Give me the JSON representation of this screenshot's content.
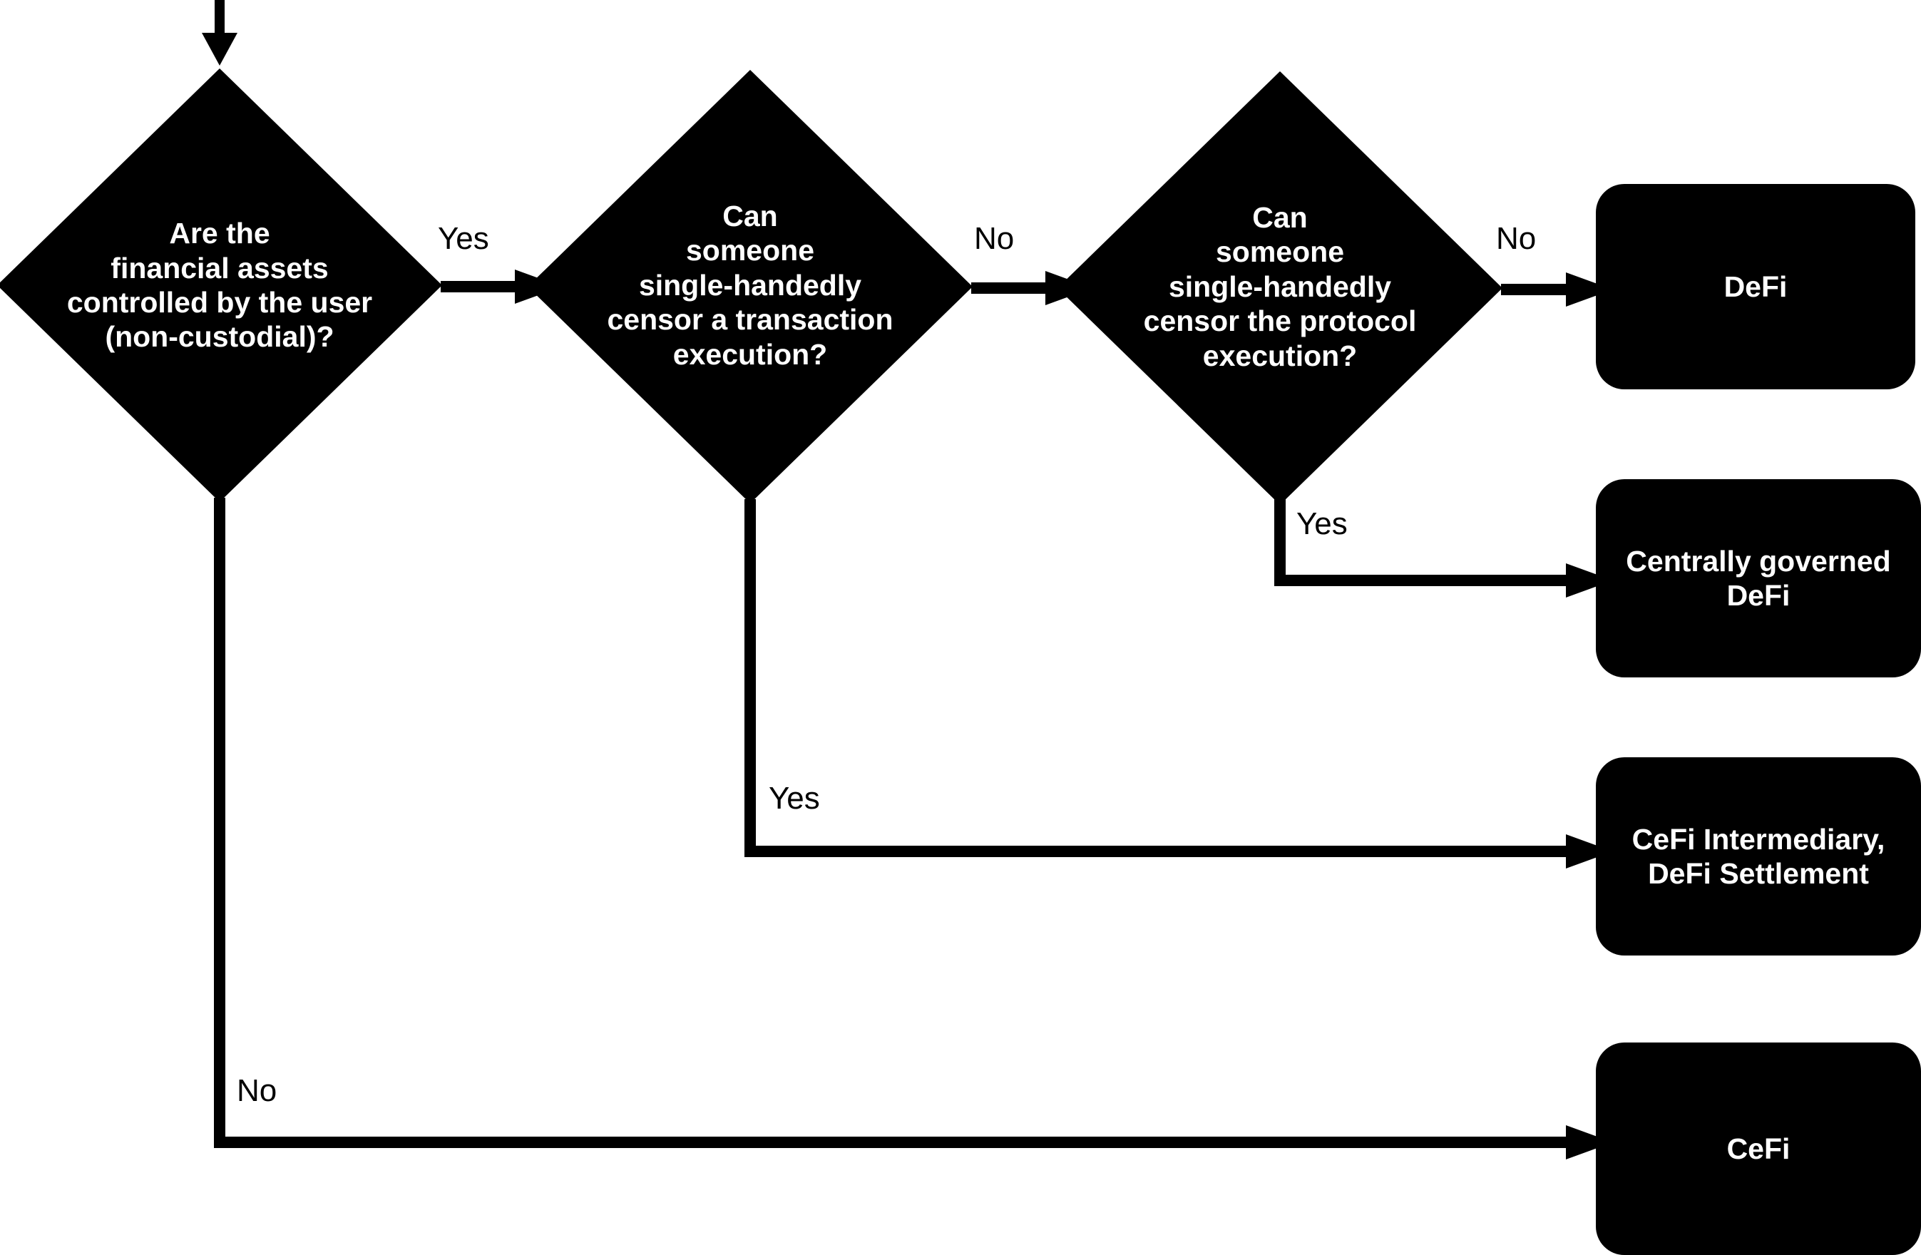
{
  "diagram": {
    "type": "flowchart",
    "title": "DeFi vs CeFi classification decision tree",
    "background_color": "#ffffff",
    "node_fill_color": "#000000",
    "node_text_color": "#ffffff",
    "edge_color": "#000000",
    "entry_arrow": {
      "name": "entry-arrow",
      "direction": "down"
    },
    "nodes": [
      {
        "id": "q1",
        "shape": "diamond",
        "text": "Are the\nfinancial assets\ncontrolled by the user\n(non-custodial)?"
      },
      {
        "id": "q2",
        "shape": "diamond",
        "text": "Can\nsomeone\nsingle-handedly\ncensor a transaction\nexecution?"
      },
      {
        "id": "q3",
        "shape": "diamond",
        "text": "Can\nsomeone\nsingle-handedly\ncensor the protocol\nexecution?"
      },
      {
        "id": "r1",
        "shape": "rounded-rect",
        "text": "DeFi"
      },
      {
        "id": "r2",
        "shape": "rounded-rect",
        "text": "Centrally governed\nDeFi"
      },
      {
        "id": "r3",
        "shape": "rounded-rect",
        "text": "CeFi Intermediary,\nDeFi Settlement"
      },
      {
        "id": "r4",
        "shape": "rounded-rect",
        "text": "CeFi"
      }
    ],
    "edges": [
      {
        "id": "e1",
        "from": "q1",
        "to": "q2",
        "label": "Yes"
      },
      {
        "id": "e2",
        "from": "q2",
        "to": "q3",
        "label": "No"
      },
      {
        "id": "e3",
        "from": "q3",
        "to": "r1",
        "label": "No"
      },
      {
        "id": "e4",
        "from": "q3",
        "to": "r2",
        "label": "Yes"
      },
      {
        "id": "e5",
        "from": "q2",
        "to": "r3",
        "label": "Yes"
      },
      {
        "id": "e6",
        "from": "q1",
        "to": "r4",
        "label": "No"
      }
    ]
  }
}
